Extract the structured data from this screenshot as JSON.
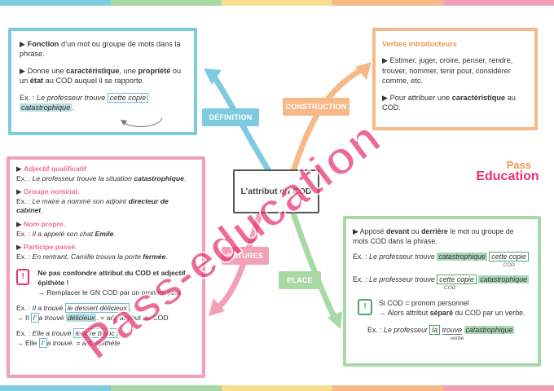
{
  "center_title": "L’attribut du COD",
  "tags": {
    "definition": "DÉFINITION",
    "construction": "CONSTRUCTION",
    "natures": "NATURES",
    "place": "PLACE"
  },
  "definition_box": {
    "p1_bold": "Fonction",
    "p1_rest": " d’un mot ou groupe de mots dans la phrase.",
    "p2_a": "Donne une ",
    "p2_b1": "caractéristique",
    "p2_c": ", une ",
    "p2_b2": "propriété",
    "p2_d": " ou un ",
    "p2_b3": "état",
    "p2_e": " au COD auquel il se rapporte.",
    "ex_label": "Ex. : ",
    "ex_text": "Le professeur trouve ",
    "ex_cod": "cette copie",
    "ex_attr": "catastrophique",
    "ex_end": "."
  },
  "construction_box": {
    "title": "Verbes introducteurs",
    "p1": "Estimer, juger, croire, penser, rendre, trouver, nommer, tenir pour, considérer comme, etc.",
    "p2_a": "Pour attribuer une ",
    "p2_b": "caractéristique",
    "p2_c": " au COD."
  },
  "natures_box": {
    "n1_title": "Adjectif qualificatif",
    "n1_ex": "Le professeur trouve la situation ",
    "n1_bold": "catastrophique",
    "n2_title": "Groupe nominal.",
    "n2_ex": "Le maire a nommé son adjoint ",
    "n2_bold": "directeur de cabinet",
    "n3_title": "Nom propre.",
    "n3_ex": "Il a appelé son chat ",
    "n3_bold": "Emile",
    "n4_title": "Participe passé.",
    "n4_ex": "En rentrant, Camille trouva la porte ",
    "n4_bold": "fermée",
    "ex_label": "Ex. : ",
    "warn_title": "Ne pas confondre attribut du COD et adjectif épithète !",
    "warn_line": "→ Remplacer le GN COD par un pronom pers.",
    "w_ex1_a": "Il a trouvé ",
    "w_ex1_b": "le dessert délicieux",
    "w_ex1_c": ".",
    "w_ex2_a": "→ Il ",
    "w_ex2_b": "l’",
    "w_ex2_c": "a trouvé ",
    "w_ex2_d": "délicieux",
    "w_ex2_e": ". = adj. attribut du COD",
    "w_ex3_a": "Elle a trouvé ",
    "w_ex3_b": "le livre blanc",
    "w_ex3_c": ".",
    "w_ex4_a": "→ Elle ",
    "w_ex4_b": "l’",
    "w_ex4_c": "a trouvé. = adj. épithète"
  },
  "place_box": {
    "p1_a": "Apposé ",
    "p1_b1": "devant",
    "p1_c": " ou ",
    "p1_b2": "derrière",
    "p1_d": " le mot ou groupe de mots COD dans la phrase.",
    "ex_label": "Ex. : ",
    "ex1_a": "Le professeur trouve ",
    "ex1_attr": "catastrophique",
    "ex1_cod": "cette copie",
    "ex2_a": "Le professeur trouve ",
    "ex2_cod": "cette copie",
    "ex2_attr": "catastrophique",
    "cod_label": "COD",
    "warn1": "Si COD = pronom personnel",
    "warn2_a": "→ Alors attribut ",
    "warn2_b": "séparé",
    "warn2_c": " du COD par un verbe.",
    "ex3_a": "Le professeur ",
    "ex3_cod": "la",
    "ex3_verb": "trouve",
    "ex3_attr": "catastrophique",
    "verbe_label": "verbe"
  },
  "logo": {
    "line1": "Pass",
    "line2": "Education"
  },
  "watermark": "Pass-education",
  "colors": {
    "blue": "#7ecbe0",
    "orange": "#f6b98a",
    "pink": "#f29fb8",
    "green": "#a8d9a4",
    "yellow": "#f7dd8c",
    "violet": "#c9b6e4",
    "wm": "#e7316c"
  }
}
